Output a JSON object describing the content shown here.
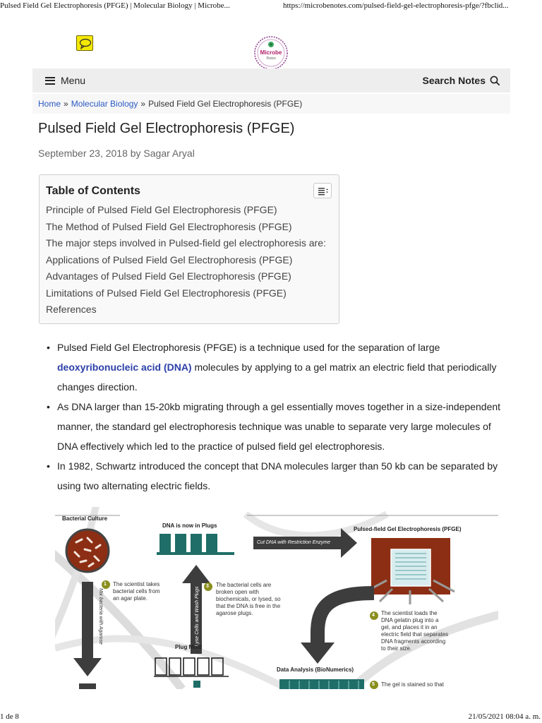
{
  "print": {
    "title": "Pulsed Field Gel Electrophoresis (PFGE) | Molecular Biology | Microbe...",
    "url": "https://microbenotes.com/pulsed-field-gel-electrophoresis-pfge/?fbclid...",
    "page": "1 de 8",
    "datetime": "21/05/2021 08:04 a. m."
  },
  "logo": {
    "line1": "Microbe",
    "line2": "Notes"
  },
  "nav": {
    "menu_label": "Menu",
    "search_label": "Search Notes"
  },
  "breadcrumb": {
    "home": "Home",
    "category": "Molecular Biology",
    "current": "Pulsed Field Gel Electrophoresis (PFGE)"
  },
  "article": {
    "title": "Pulsed Field Gel Electrophoresis (PFGE)",
    "meta": "September 23, 2018 by Sagar Aryal"
  },
  "toc": {
    "title": "Table of Contents",
    "items": [
      "Principle of Pulsed Field Gel Electrophoresis (PFGE)",
      "The Method of Pulsed Field Gel Electrophoresis (PFGE)",
      "The major steps involved in Pulsed-field gel electrophoresis are:",
      "Applications of Pulsed Field Gel Electrophoresis (PFGE)",
      "Advantages of Pulsed Field Gel Electrophoresis (PFGE)",
      "Limitations of Pulsed Field Gel Electrophoresis (PFGE)",
      "References"
    ]
  },
  "bullets": {
    "b1_pre": "Pulsed Field Gel Electrophoresis (PFGE) is a technique used for the separation of large ",
    "b1_link": "deoxyribonucleic acid (DNA)",
    "b1_post": " molecules by applying to a gel matrix an electric field that periodically changes direction.",
    "b2": "As DNA larger than 15-20kb migrating through a gel essentially moves together in a size-independent manner, the standard gel electrophoresis technique was unable to separate very large molecules of DNA effectively which led to the practice of pulsed field gel electrophoresis.",
    "b3": " In 1982, Schwartz introduced the concept that DNA molecules larger than 50 kb can be separated by using two alternating electric fields."
  },
  "figure": {
    "bacterial_culture": "Bacterial Culture",
    "dna_plugs": "DNA is now in Plugs",
    "cut_dna": "Cut DNA with Restriction Enzyme",
    "pfge": "Pulsed-field Gel Electrophoresis (PFGE)",
    "mix": "Mix bacteria with Agarose",
    "lyse": "Lyse Cells and Wash Plugs",
    "plug_mold": "Plug Mold",
    "data_analysis": "Data Analysis (BioNumerics)",
    "step1_num": "1",
    "step1": "The scientist takes bacterial cells from an agar plate.",
    "step3_num": "3",
    "step3": "The bacterial cells are broken open with biochemicals, or lysed, so that the DNA is free in the agarose plugs.",
    "step4_num": "4",
    "step4": "The scientist loads the DNA gelatin plug into a gel, and places it in an electric field that separates DNA fragments according to their size.",
    "step5_num": "5",
    "step5": "The gel is stained so that",
    "colors": {
      "accent_green": "#8a8f1e",
      "teal": "#1f6e67",
      "brown": "#8c2e14",
      "dark_gray": "#3d3d3d"
    }
  }
}
